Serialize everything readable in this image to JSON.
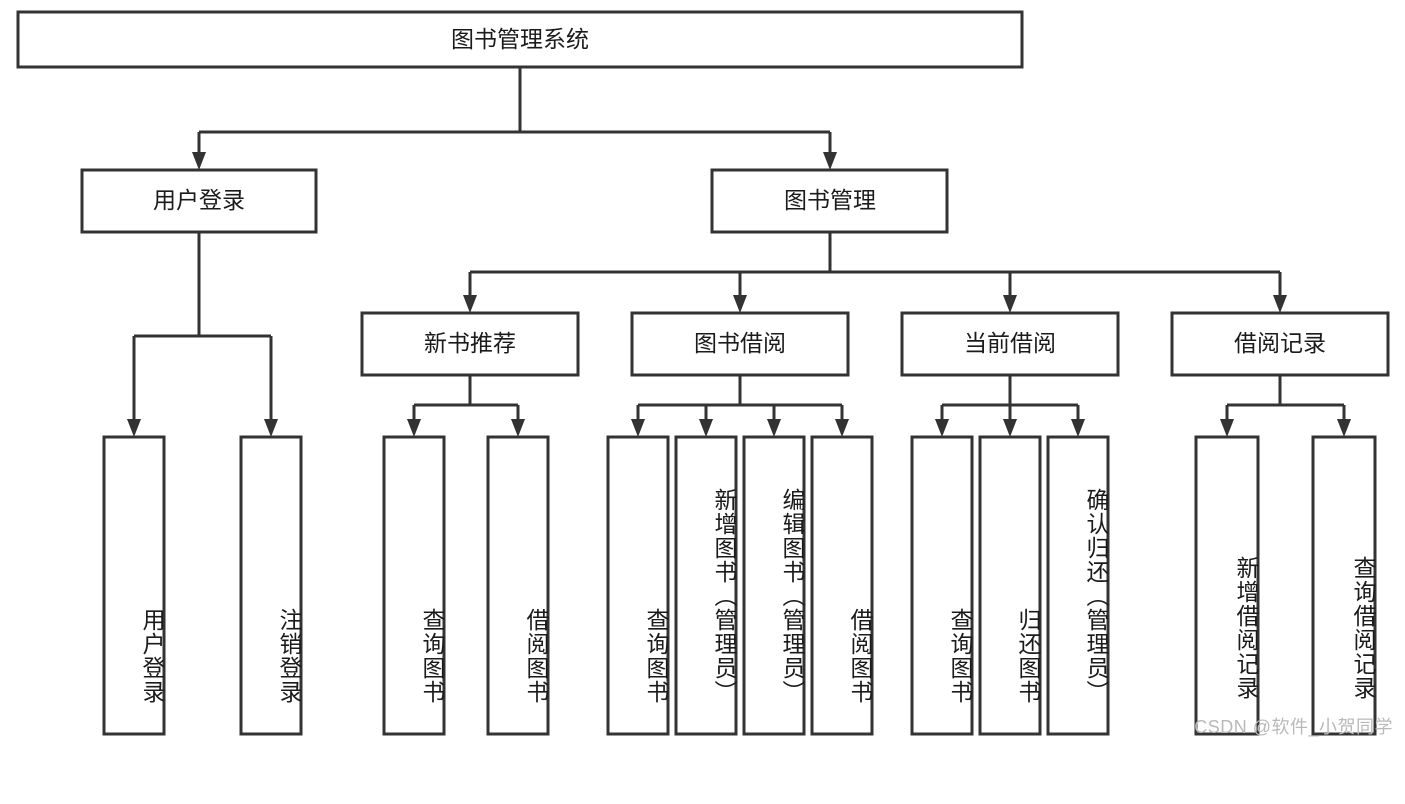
{
  "diagram": {
    "title": "图书管理系统",
    "type": "hierarchy-tree",
    "orientation": "top-down",
    "colors": {
      "background": "#ffffff",
      "box_fill": "#ffffff",
      "box_stroke": "#333333",
      "text": "#1b1b1b",
      "watermark": "#b9b9b9"
    },
    "root": {
      "label": "图书管理系统"
    },
    "level2": [
      {
        "label": "用户登录"
      },
      {
        "label": "图书管理"
      }
    ],
    "level3": [
      {
        "label": "新书推荐"
      },
      {
        "label": "图书借阅"
      },
      {
        "label": "当前借阅"
      },
      {
        "label": "借阅记录"
      }
    ],
    "leaves": {
      "user_login": [
        {
          "label": "用户登录"
        },
        {
          "label": "注销登录"
        }
      ],
      "new_book_recommend": [
        {
          "label": "查询图书"
        },
        {
          "label": "借阅图书"
        }
      ],
      "book_borrow": [
        {
          "label": "查询图书"
        },
        {
          "label": "新增图书（管理员）"
        },
        {
          "label": "编辑图书（管理员）"
        },
        {
          "label": "借阅图书"
        }
      ],
      "current_borrow": [
        {
          "label": "查询图书"
        },
        {
          "label": "归还图书"
        },
        {
          "label": "确认归还（管理员）"
        }
      ],
      "borrow_record": [
        {
          "label": "新增借阅记录"
        },
        {
          "label": "查询借阅记录"
        }
      ]
    },
    "watermark": "CSDN @软件_小贺同学"
  }
}
